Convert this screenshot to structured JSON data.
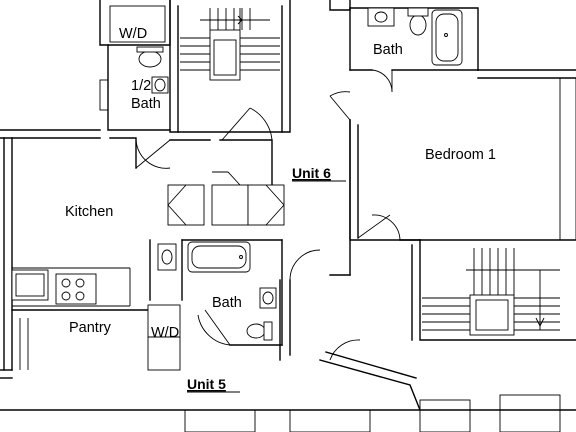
{
  "rooms": {
    "wd_top": "W/D",
    "half_bath_line1": "1/2",
    "half_bath_line2": "Bath",
    "bath_top": "Bath",
    "bedroom": "Bedroom 1",
    "kitchen": "Kitchen",
    "pantry": "Pantry",
    "wd_bottom": "W/D",
    "bath_mid": "Bath"
  },
  "units": {
    "unit6": "Unit 6",
    "unit5": "Unit 5"
  },
  "colors": {
    "line": "#000000",
    "background": "#ffffff"
  }
}
